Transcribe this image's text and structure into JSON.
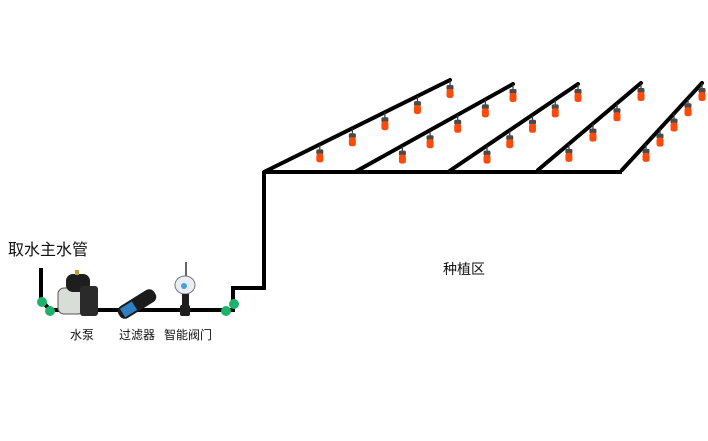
{
  "labels": {
    "water_source": "取水主水管",
    "pump": "水泵",
    "filter": "过滤器",
    "smart_valve": "智能阀门",
    "planting_zone": "种植区"
  },
  "components": [
    {
      "id": "water-source-pipe",
      "label_ref": "water_source"
    },
    {
      "id": "pump",
      "label_ref": "pump"
    },
    {
      "id": "filter",
      "label_ref": "filter"
    },
    {
      "id": "smart-valve",
      "label_ref": "smart_valve"
    }
  ],
  "drip_lines": [
    {
      "name": "drip-line-1",
      "emitter_count": 5
    },
    {
      "name": "drip-line-2",
      "emitter_count": 5
    },
    {
      "name": "drip-line-3",
      "emitter_count": 5
    },
    {
      "name": "drip-line-4",
      "emitter_count": 4
    },
    {
      "name": "drip-line-5",
      "emitter_count": 5
    }
  ],
  "colors": {
    "pipe": "#000000",
    "emitter_body": "#ff4a0a",
    "emitter_cap": "#4a4a4a",
    "fitting": "#1db36a",
    "filter_band": "#2f7fc4"
  }
}
